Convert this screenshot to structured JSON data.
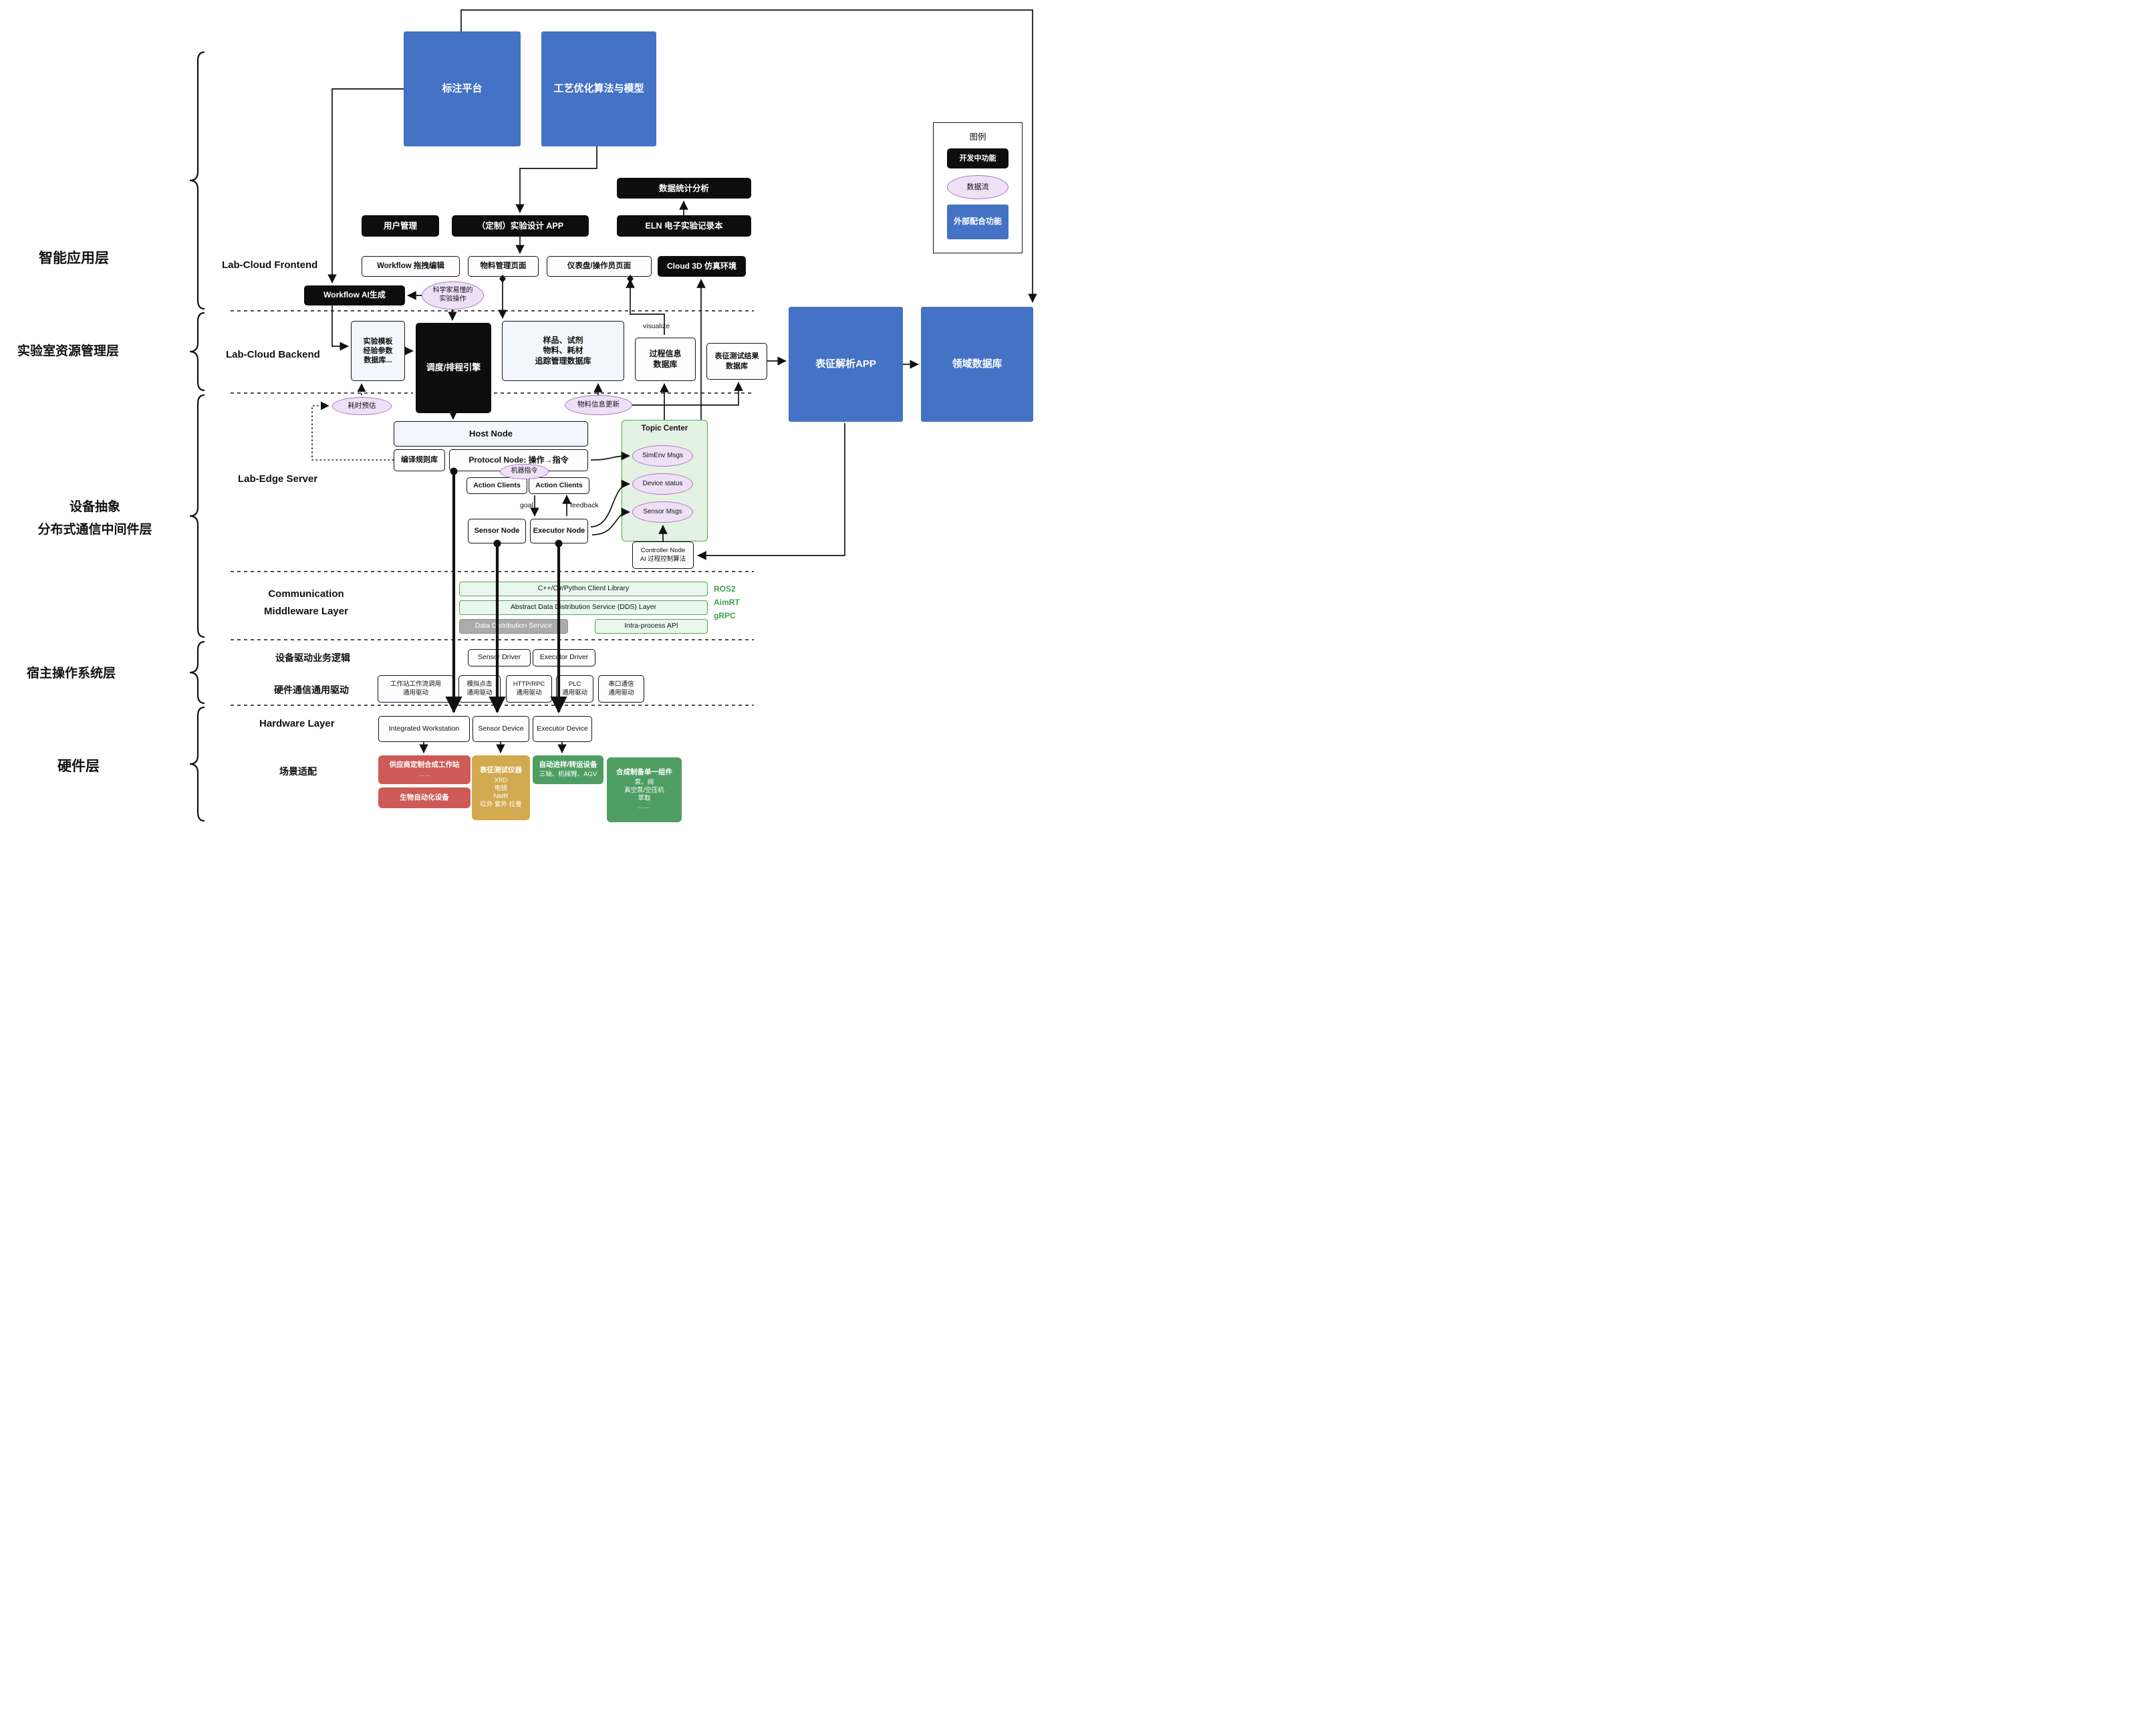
{
  "layer_labels": {
    "app": "智能应用层",
    "resource": "实验室资源管理层",
    "middleware": "设备抽象\n分布式通信中间件层",
    "host_os": "宿主操作系统层",
    "hardware": "硬件层"
  },
  "section_labels": {
    "frontend": "Lab-Cloud Frontend",
    "backend": "Lab-Cloud Backend",
    "edge": "Lab-Edge Server",
    "comm": "Communication\nMiddleware Layer",
    "driver_logic": "设备驱动业务逻辑",
    "hw_comm": "硬件通信通用驱动",
    "hardware": "Hardware Layer",
    "scene": "场景适配"
  },
  "legend": {
    "title": "图例",
    "dev": "开发中功能",
    "dataflow": "数据流",
    "external": "外部配合功能"
  },
  "top": {
    "annotation": "标注平台",
    "process_opt": "工艺优化算法与模型"
  },
  "apps": {
    "stats": "数据统计分析",
    "user_mgmt": "用户管理",
    "custom_app": "（定制）实验设计 APP",
    "eln": "ELN 电子实验记录本",
    "wf_edit": "Workflow 拖拽编辑",
    "material_page": "物料管理页面",
    "dashboard": "仪表盘/操作员页面",
    "cloud3d": "Cloud 3D 仿真环境",
    "wf_ai": "Workflow AI生成",
    "sci_ops": "科学家易懂的\n实验操作"
  },
  "backend": {
    "exp_template": "实验模板\n经验参数\n数据库...",
    "scheduler": "调度/排程引擎",
    "sample_db": "样品、试剂\n物料、耗材\n追踪管理数据库",
    "process_db": "过程信息\n数据库",
    "char_db": "表征测试结果\n数据库",
    "visualize": "visualize",
    "char_app": "表征解析APP",
    "domain_db": "领域数据库"
  },
  "edge": {
    "time_est": "耗时预估",
    "material_update": "物料信息更新",
    "host_node": "Host Node",
    "compile_lib": "编译规则库",
    "protocol_node": "Protocol Node: 操作→指令",
    "machine_cmd": "机器指令",
    "action_client1": "Action Clients",
    "action_client2": "Action Clients",
    "goal": "goal",
    "feedback": "feedback",
    "sensor_node": "Sensor Node",
    "executor_node": "Executor Node",
    "topic_center": "Topic Center",
    "simenv": "SimEnv Msgs",
    "device_status": "Device status",
    "sensor_msgs": "Sensor Msgs",
    "controller": "Controller Node\nAI 过程控制算法"
  },
  "comm": {
    "client_lib": "C++/C#/Python Client Library",
    "dds_layer": "Abstract Data Distribution Service (DDS) Layer",
    "dds_service": "Data Distribution Service",
    "intra_api": "Intra-process API",
    "ros2": "ROS2",
    "aimrt": "AimRT",
    "grpc": "gRPC"
  },
  "drivers": {
    "sensor_driver": "Sensor Driver",
    "executor_driver": "Executor Driver",
    "drv_workstation": "工作站工作流调用\n通用驱动",
    "drv_click": "模拟点击\n通用驱动",
    "drv_http": "HTTP/RPC\n通用驱动",
    "drv_plc": "PLC\n通用驱动",
    "drv_serial": "串口通信\n通用驱动"
  },
  "hardware": {
    "workstation": "Integrated Workstation",
    "sensor_device": "Sensor Device",
    "executor_device": "Executor Device"
  },
  "scene": {
    "vendor_title": "供应商定制合成工作站",
    "vendor_body": "……",
    "bio": "生物自动化设备",
    "char_title": "表征测试仪器",
    "char_body": "XRD\n电镜\nNMR\n红外 紫外 拉曼",
    "transfer_title": "自动进样/转运设备",
    "transfer_body": "三轴、机械臂、AGV",
    "synth_title": "合成制备单一组件",
    "synth_body": "泵、阀\n真空泵/空压机\n萃取\n……"
  },
  "colors": {
    "external_blue": "#4472c4",
    "dev_black": "#0d0d0d",
    "dataflow_fill": "#efe0f8",
    "dataflow_border": "#a678bf",
    "topic_green": "#e3f2e2",
    "bar_green": "#e9f7ec",
    "bar_gray": "#ababab",
    "scene_red": "#cd5a56",
    "scene_gold": "#d3a94f",
    "scene_green": "#4e9e63",
    "protocol_text_green": "#3f9e4d"
  }
}
